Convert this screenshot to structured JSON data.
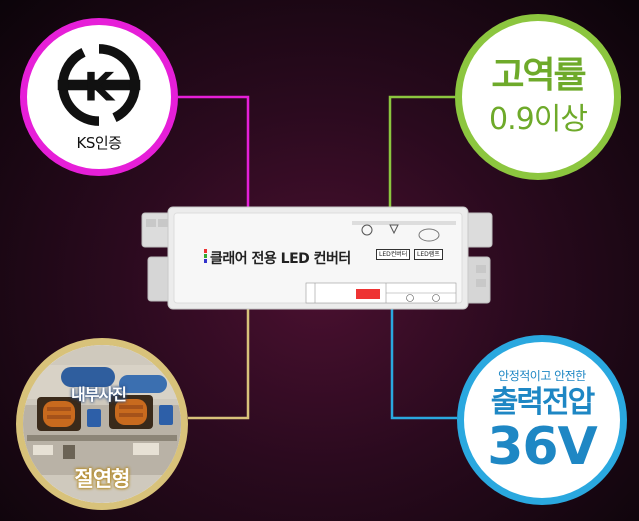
{
  "ks_badge": {
    "caption": "KS인증",
    "logo_text": "K"
  },
  "power_factor": {
    "title": "고역률",
    "value": "0.9이상"
  },
  "insulation": {
    "photo_label": "내부사진",
    "label": "절연형"
  },
  "output_voltage": {
    "subtitle": "안정적이고 안전한",
    "title": "출력전압",
    "value": "36V"
  },
  "device": {
    "label": "클래어 전용 LED 컨버터",
    "tag_converter": "LED컨버터",
    "tag_lamp": "LED램프"
  },
  "colors": {
    "ks": "#e61fd8",
    "power_factor": "#8cc63f",
    "insulation": "#d8c27a",
    "output": "#2aa8df"
  }
}
